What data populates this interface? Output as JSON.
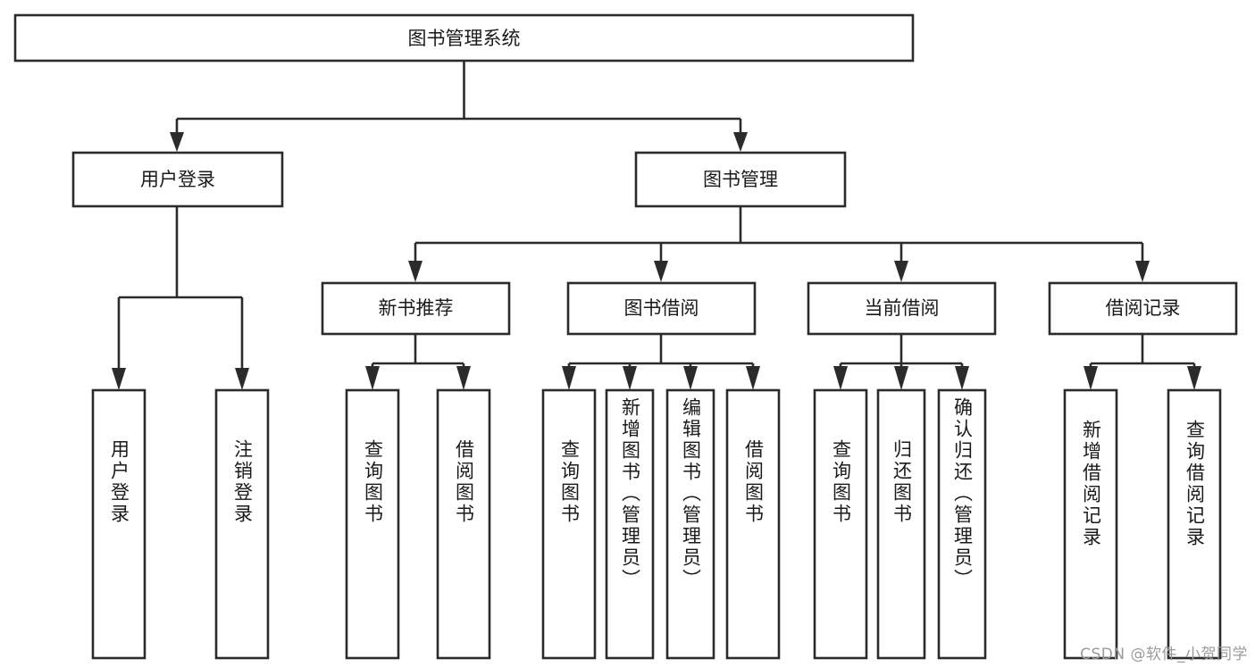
{
  "diagram": {
    "type": "tree",
    "title": "图书管理系统",
    "orientation": "top-down",
    "colors": {
      "box_stroke": "#2b2b2b",
      "box_fill": "#ffffff",
      "connector": "#2b2b2b",
      "text": "#1a1a1a",
      "watermark": "#9b9b9b",
      "background": "#ffffff"
    },
    "root": {
      "label": "图书管理系统"
    },
    "level2": [
      {
        "label": "用户登录"
      },
      {
        "label": "图书管理"
      }
    ],
    "level3": [
      {
        "label": "新书推荐"
      },
      {
        "label": "图书借阅"
      },
      {
        "label": "当前借阅"
      },
      {
        "label": "借阅记录"
      }
    ],
    "leaves": {
      "user_login": [
        {
          "label": "用户登录"
        },
        {
          "label": "注销登录"
        }
      ],
      "new_book": [
        {
          "label": "查询图书"
        },
        {
          "label": "借阅图书"
        }
      ],
      "book_borrow": [
        {
          "label": "查询图书"
        },
        {
          "label": "新增图书（管理员）"
        },
        {
          "label": "编辑图书（管理员）"
        },
        {
          "label": "借阅图书"
        }
      ],
      "current_borrow": [
        {
          "label": "查询图书"
        },
        {
          "label": "归还图书"
        },
        {
          "label": "确认归还（管理员）"
        }
      ],
      "borrow_record": [
        {
          "label": "新增借阅记录"
        },
        {
          "label": "查询借阅记录"
        }
      ]
    }
  },
  "watermark": {
    "text": "CSDN @软件_小贺同学"
  }
}
